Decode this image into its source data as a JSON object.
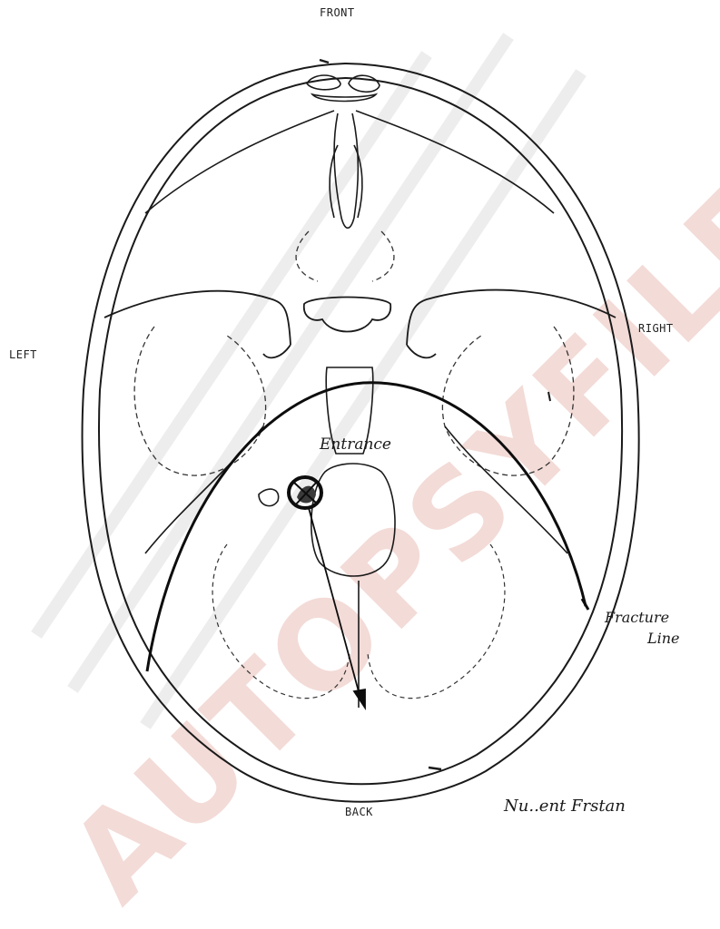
{
  "orientation": {
    "front": "FRONT",
    "back": "BACK",
    "left": "LEFT",
    "right": "RIGHT"
  },
  "annotations": {
    "entrance": "Entrance",
    "fracture_line": [
      "Fracture",
      "Line"
    ],
    "bottom_note": "Nu..ent Frstan"
  },
  "watermark": {
    "text": "AUTOPSYFILES",
    "color_red": "#e9a99e",
    "color_gray": "#e2e2e2"
  },
  "colors": {
    "ink": "#1a1a1a",
    "pen": "#0d0d0d"
  }
}
